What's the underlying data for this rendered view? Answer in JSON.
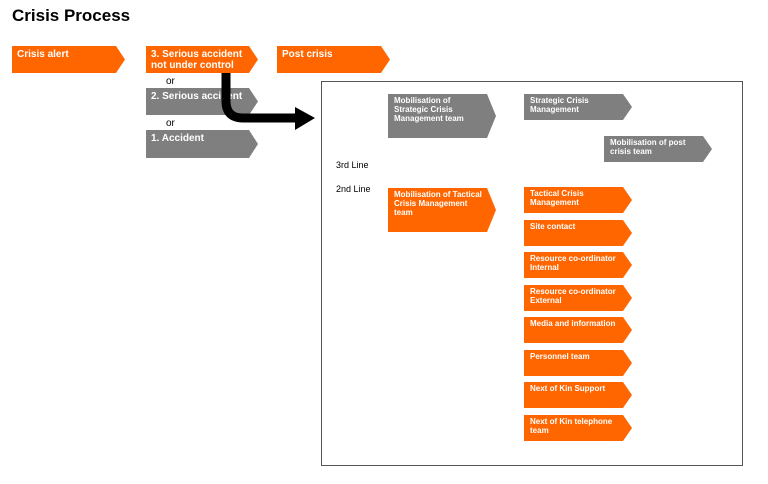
{
  "title": "Crisis Process",
  "alerts": {
    "crisis_alert": "Crisis alert",
    "serious_not_control": "3. Serious accident not under control",
    "post_crisis": "Post crisis",
    "serious_accident": "2. Serious accident",
    "accident": "1. Accident",
    "or1": "or",
    "or2": "or"
  },
  "lines": {
    "third": "3rd Line",
    "second": "2nd Line"
  },
  "third_line": {
    "mobilisation_strategic": "Mobilisation of Strategic Crisis Management team",
    "strategic_crisis": "Strategic Crisis Management",
    "mobilisation_post": "Mobilisation of post crisis team"
  },
  "second_line": {
    "mobilisation_tactical": "Mobilisation of Tactical Crisis Management team",
    "roles": [
      "Tactical Crisis Management",
      "Site contact",
      "Resource co-ordinator Internal",
      "Resource co-ordinator External",
      "Media and information",
      "Personnel team",
      "Next of Kin  Support",
      "Next of Kin telephone team"
    ]
  },
  "colors": {
    "orange": "#ff6600",
    "grey": "#7f7f7f",
    "arrow": "#000000"
  }
}
